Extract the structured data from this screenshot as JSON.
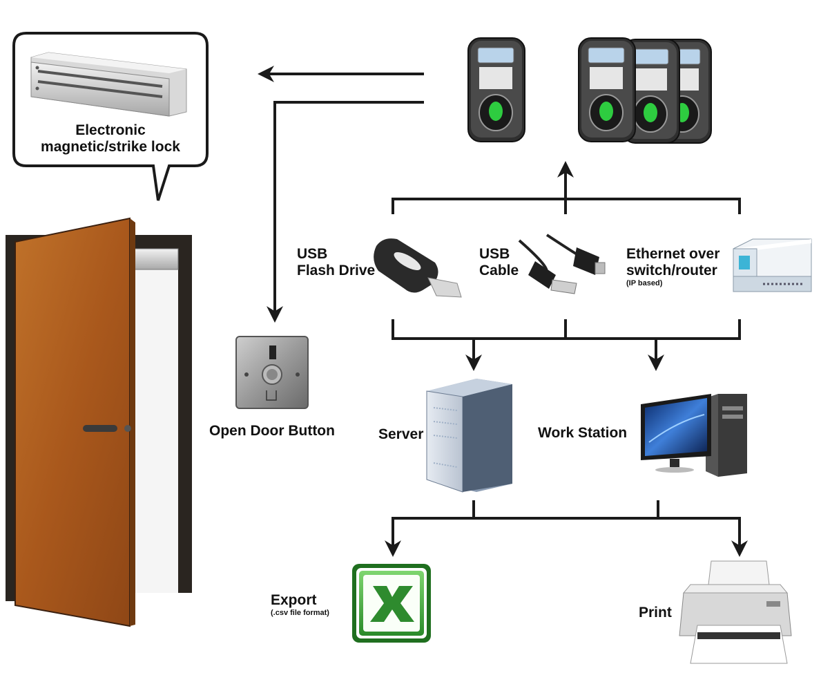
{
  "colors": {
    "connector": "#1a1a1a",
    "door": "#b5651d",
    "frame": "#2a2520",
    "excel_green": "#2e8b2e",
    "device_body": "#3a3a3a",
    "fingerprint_green": "#2ecc40"
  },
  "labels": {
    "lock_line1": "Electronic",
    "lock_line2": "magnetic/strike lock",
    "open_door_button": "Open Door Button",
    "usb_flash_line1": "USB",
    "usb_flash_line2": "Flash Drive",
    "usb_cable_line1": "USB",
    "usb_cable_line2": "Cable",
    "ethernet_line1": "Ethernet over",
    "ethernet_line2": "switch/router",
    "ethernet_sub": "(IP based)",
    "server": "Server",
    "workstation": "Work Station",
    "export": "Export",
    "export_sub": "(.csv file format)",
    "print": "Print"
  },
  "icons": {
    "lock": "magnetic-lock-icon",
    "reader": "fingerprint-reader-icon",
    "door": "door-icon",
    "exit_button": "exit-button-icon",
    "usb_flash": "usb-flash-drive-icon",
    "usb_cable": "usb-cable-icon",
    "router": "router-icon",
    "server": "server-tower-icon",
    "workstation": "desktop-computer-icon",
    "excel": "excel-icon",
    "printer": "printer-icon"
  }
}
